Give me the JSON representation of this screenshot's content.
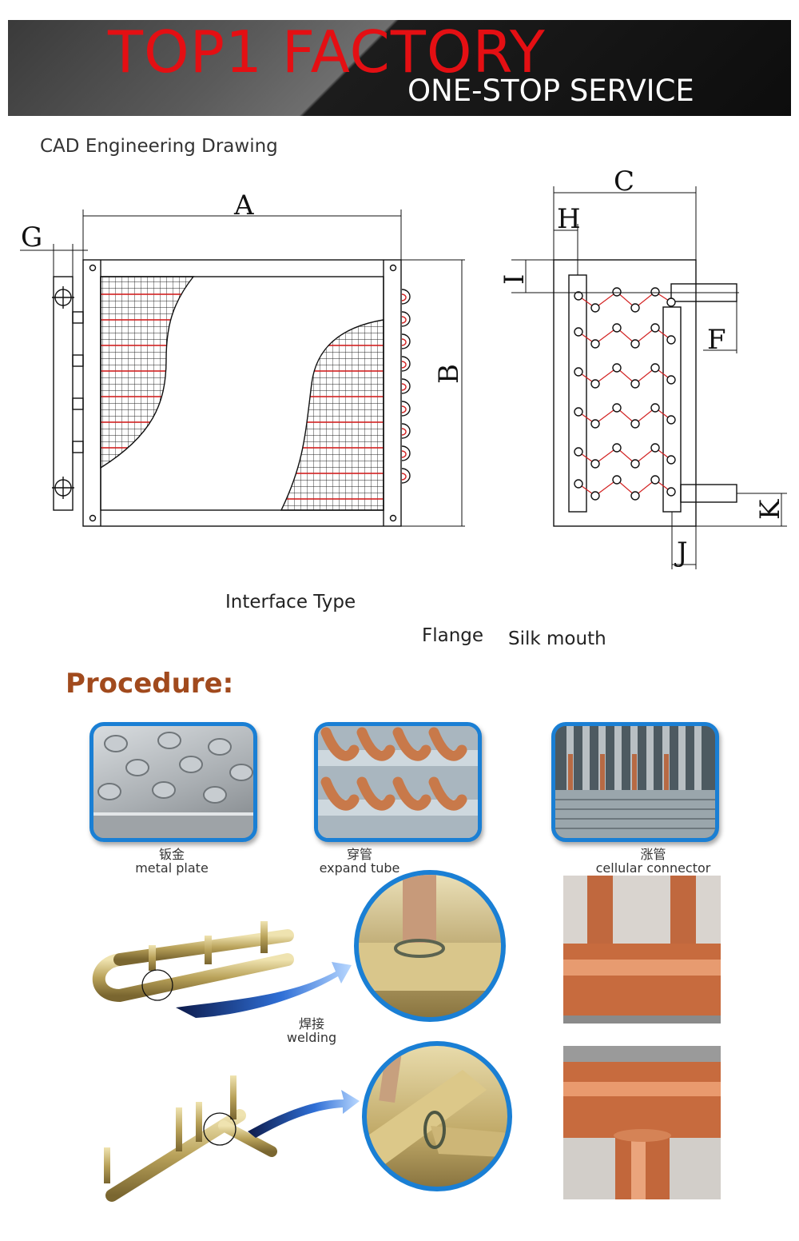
{
  "banner": {
    "title": "TOP1 FACTORY",
    "subtitle": "ONE-STOP SERVICE",
    "title_color": "#e40f13"
  },
  "cad": {
    "heading": "CAD Engineering Drawing",
    "dim_labels": [
      "A",
      "B",
      "C",
      "F",
      "G",
      "H",
      "I",
      "J",
      "K"
    ]
  },
  "interface": {
    "label": "Interface Type",
    "types": [
      "Flange",
      "Silk mouth"
    ]
  },
  "procedure": {
    "heading": "Procedure:",
    "heading_color": "#a14a1d",
    "steps": [
      {
        "cn": "钣金",
        "en": "metal plate"
      },
      {
        "cn": "穿管",
        "en": "expand tube"
      },
      {
        "cn": "涨管",
        "en": "cellular connector"
      },
      {
        "cn": "焊接",
        "en": "welding"
      }
    ]
  },
  "colors": {
    "frame_blue": "#1a7fd4",
    "copper": "#c8794a",
    "pipe_red": "#d22020"
  }
}
